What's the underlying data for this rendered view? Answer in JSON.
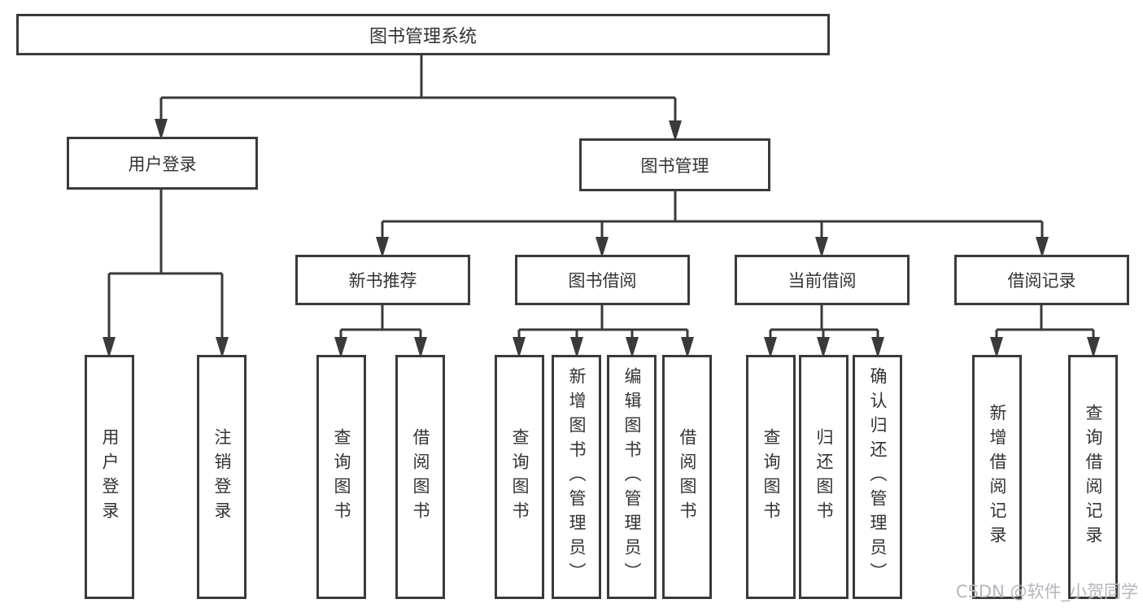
{
  "tree": {
    "root": "图书管理系统",
    "children": [
      {
        "label": "用户登录",
        "children": [
          {
            "label": "用户登录"
          },
          {
            "label": "注销登录"
          }
        ]
      },
      {
        "label": "图书管理",
        "children": [
          {
            "label": "新书推荐",
            "children": [
              {
                "label": "查询图书"
              },
              {
                "label": "借阅图书"
              }
            ]
          },
          {
            "label": "图书借阅",
            "children": [
              {
                "label": "查询图书"
              },
              {
                "label": "新增图书（管理员）"
              },
              {
                "label": "编辑图书（管理员）"
              },
              {
                "label": "借阅图书"
              }
            ]
          },
          {
            "label": "当前借阅",
            "children": [
              {
                "label": "查询图书"
              },
              {
                "label": "归还图书"
              },
              {
                "label": "确认归还（管理员）"
              }
            ]
          },
          {
            "label": "借阅记录",
            "children": [
              {
                "label": "新增借阅记录"
              },
              {
                "label": "查询借阅记录"
              }
            ]
          }
        ]
      }
    ]
  },
  "watermark": "CSDN @软件_小贺同学",
  "colors": {
    "line": "#3a3a3a",
    "text": "#333333",
    "watermark": "#b3b6bb"
  }
}
